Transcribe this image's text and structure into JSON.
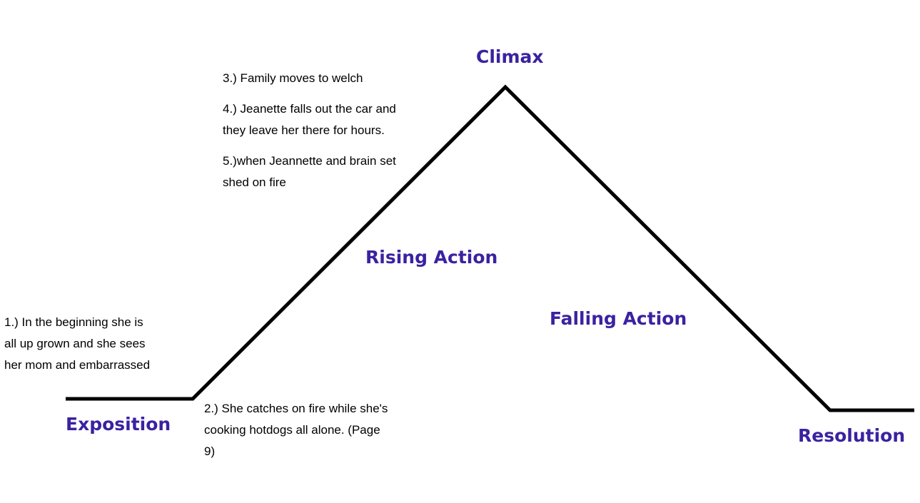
{
  "stages": {
    "exposition": "Exposition",
    "rising_action": "Rising Action",
    "climax": "Climax",
    "falling_action": "Falling Action",
    "resolution": "Resolution"
  },
  "notes": {
    "note1": [
      "1.) In the beginning she is",
      "all  up grown  and she sees",
      "her mom and embarrassed"
    ],
    "note2": [
      "2.) She catches on fire while she's",
      "cooking hotdogs all alone. (Page",
      "9)"
    ],
    "note3": [
      "3.) Family moves to welch"
    ],
    "note4": [
      "4.) Jeanette falls out the car and",
      "they leave her there for hours."
    ],
    "note5": [
      "5.)when Jeannette and brain set",
      "shed on fire"
    ]
  },
  "colors": {
    "stage_label": "#3b22a0",
    "line": "#000000",
    "note_text": "#000000"
  }
}
